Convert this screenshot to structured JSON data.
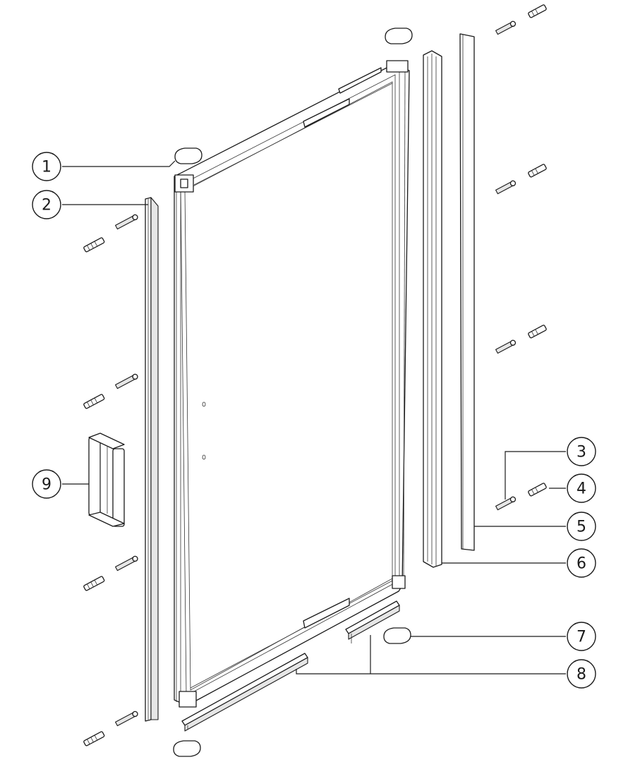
{
  "callouts": [
    {
      "id": "1",
      "label": "1"
    },
    {
      "id": "2",
      "label": "2"
    },
    {
      "id": "3",
      "label": "3"
    },
    {
      "id": "4",
      "label": "4"
    },
    {
      "id": "5",
      "label": "5"
    },
    {
      "id": "6",
      "label": "6"
    },
    {
      "id": "7",
      "label": "7"
    },
    {
      "id": "8",
      "label": "8"
    },
    {
      "id": "9",
      "label": "9"
    }
  ],
  "colors": {
    "line": "#1a1a1a",
    "background": "#ffffff",
    "fill": "#e6e6e6"
  }
}
